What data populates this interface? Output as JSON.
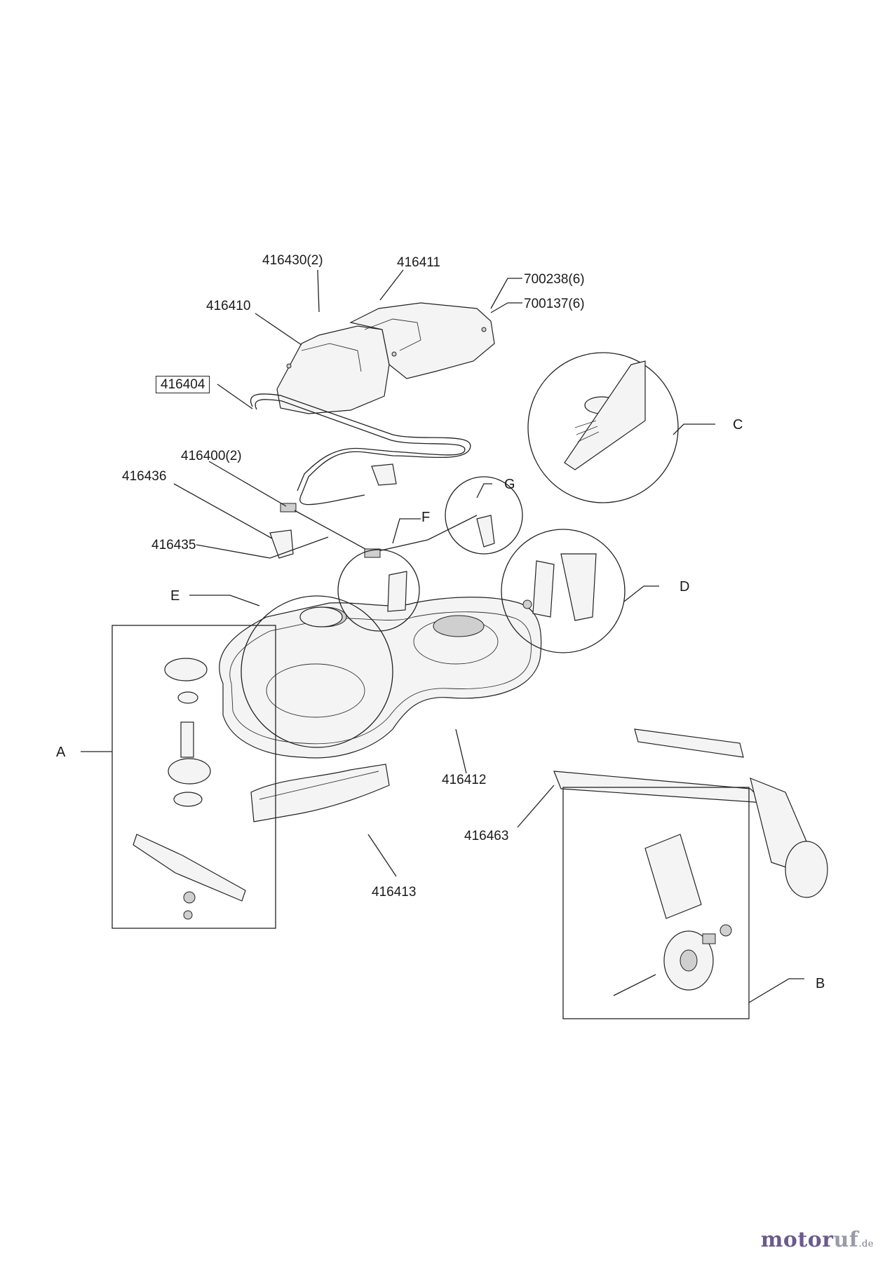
{
  "part_labels": {
    "p416430": "416430(2)",
    "p416411": "416411",
    "p700238": "700238(6)",
    "p700137": "700137(6)",
    "p416410": "416410",
    "p416404": "416404",
    "p416400": "416400(2)",
    "p416436": "416436",
    "p416435": "416435",
    "p416412": "416412",
    "p416463": "416463",
    "p416413": "416413"
  },
  "view_labels": {
    "A": "A",
    "B": "B",
    "C": "C",
    "D": "D",
    "E": "E",
    "F": "F",
    "G": "G"
  },
  "watermark": {
    "main": "motor",
    "accent": "uf",
    "suffix": ".de"
  }
}
